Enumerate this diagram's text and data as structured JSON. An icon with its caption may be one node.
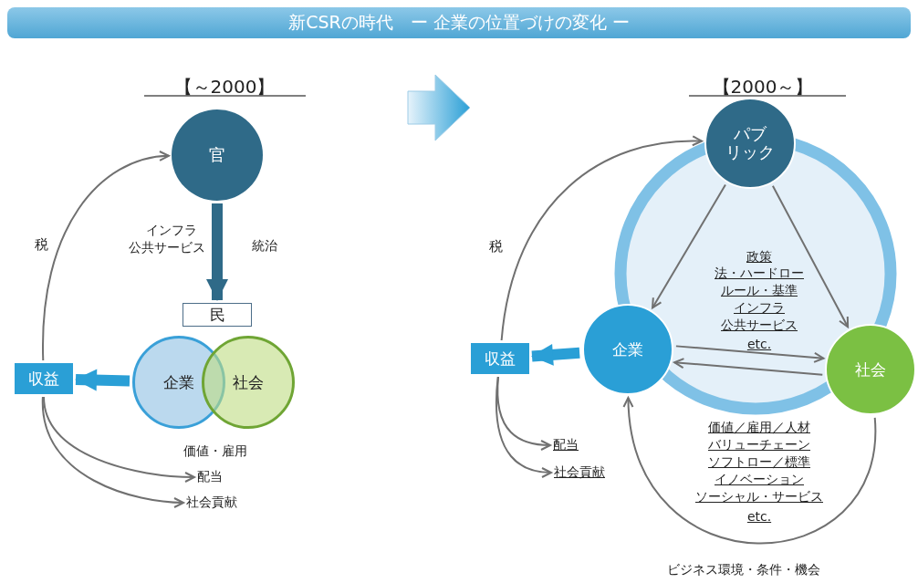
{
  "diagram": {
    "title": "新CSRの時代　ー 企業の位置づけの変化 ー",
    "nodes": [
      {
        "text": [
          "官"
        ]
      },
      {
        "text": [
          "民"
        ]
      },
      {
        "text": [
          "企業"
        ]
      },
      {
        "text": [
          "社会"
        ]
      },
      {
        "text": [
          "収益"
        ]
      },
      {
        "text": [
          "配当"
        ]
      },
      {
        "text": [
          "社会貢献"
        ]
      },
      {
        "text": [
          "パブリック"
        ]
      },
      {
        "text": [
          "企業"
        ]
      },
      {
        "text": [
          "社会"
        ]
      },
      {
        "text": [
          "収益"
        ]
      },
      {
        "text": [
          "配当"
        ]
      },
      {
        "text": [
          "社会貢献"
        ]
      }
    ],
    "edges": [
      {
        "from": 4,
        "to": 0,
        "arrow": "to"
      },
      {
        "from": 0,
        "to": 1,
        "arrow": "to",
        "style": "thick",
        "color": "#2f6a88"
      },
      {
        "from": 2,
        "to": 4,
        "arrow": "to",
        "style": "thick",
        "color": "#2a9fd6"
      },
      {
        "from": 4,
        "to": 5,
        "arrow": "to"
      },
      {
        "from": 4,
        "to": 6,
        "arrow": "to"
      },
      {
        "from": 10,
        "to": 7,
        "arrow": "to"
      },
      {
        "from": 7,
        "to": 8,
        "arrow": "to"
      },
      {
        "from": 7,
        "to": 9,
        "arrow": "to"
      },
      {
        "from": 8,
        "to": 9,
        "arrow": "to"
      },
      {
        "from": 9,
        "to": 8,
        "arrow": "to"
      },
      {
        "from": 8,
        "to": 10,
        "arrow": "to",
        "style": "thick",
        "color": "#2a9fd6"
      },
      {
        "from": 10,
        "to": 11,
        "arrow": "to"
      },
      {
        "from": 10,
        "to": 12,
        "arrow": "to"
      },
      {
        "from": 9,
        "to": 8,
        "arrow": "to"
      }
    ],
    "labels": [
      "【～2000】",
      "税",
      "インフラ",
      "公共サービス",
      "統治",
      "価値・雇用",
      "【2000～】",
      "税",
      "政策",
      "法・ハードロー",
      "ルール・基準",
      "インフラ",
      "公共サービス",
      "etc.",
      "価値／雇用／人材",
      "バリューチェーン",
      "ソフトロー／標準",
      "イノベーション",
      "ソーシャル・サービス",
      "etc.",
      "ビジネス環境・条件・機会"
    ]
  }
}
